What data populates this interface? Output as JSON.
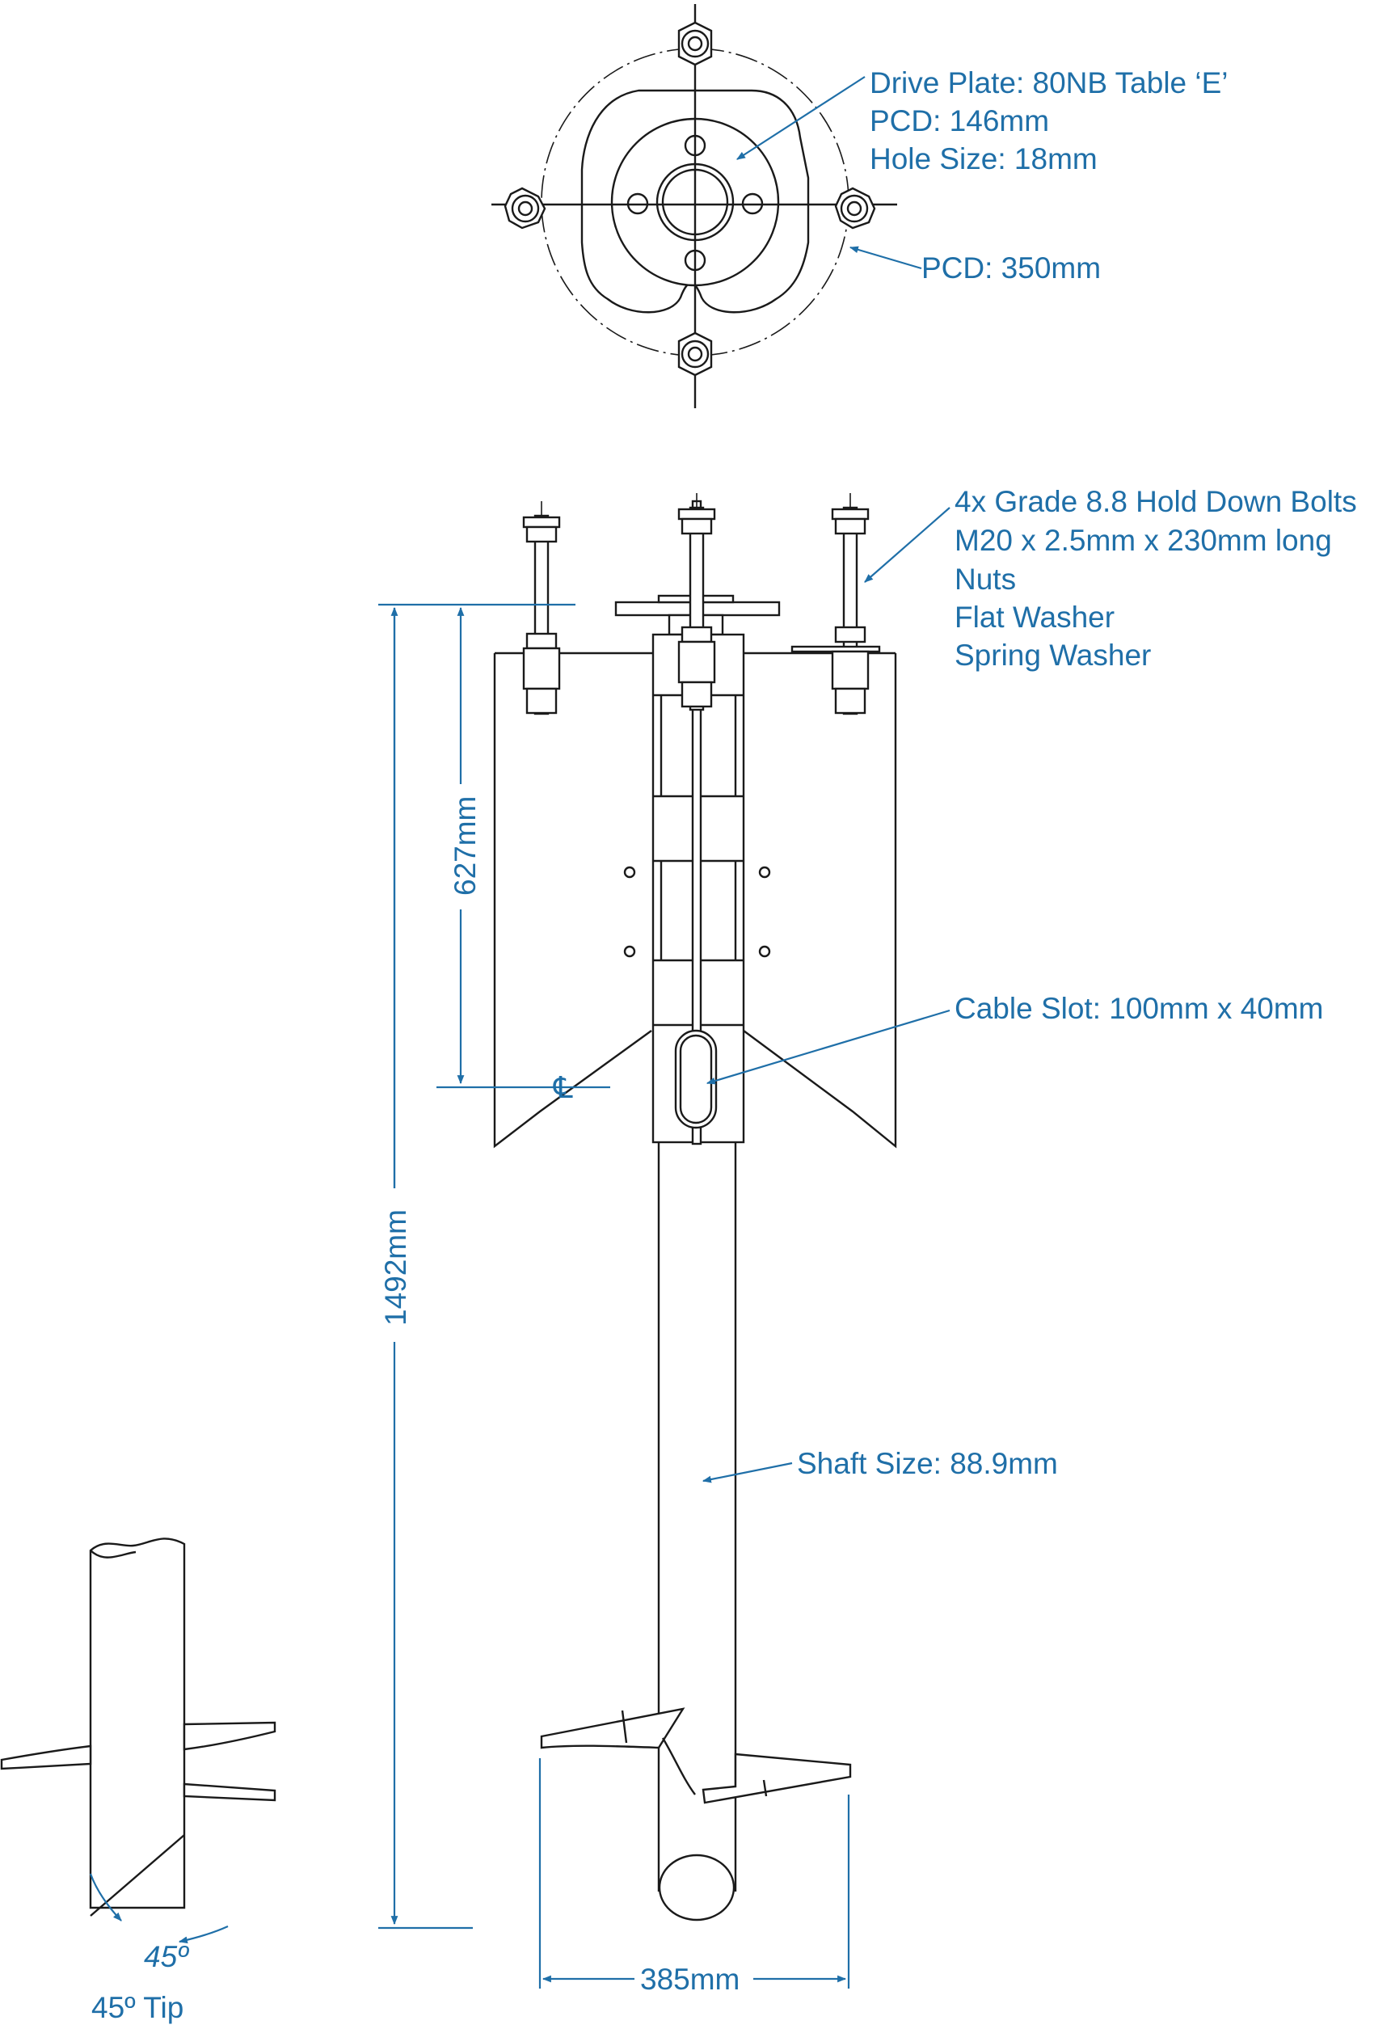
{
  "labels": {
    "drive_plate": "Drive Plate: 80NB Table ‘E’",
    "pcd_small": "PCD: 146mm",
    "hole_size": "Hole Size: 18mm",
    "pcd_large": "PCD: 350mm",
    "bolts_1": "4x Grade 8.8 Hold Down Bolts",
    "bolts_2": "M20 x 2.5mm x 230mm long",
    "bolts_3": "Nuts",
    "bolts_4": "Flat Washer",
    "bolts_5": "Spring Washer",
    "cable_slot": "Cable Slot: 100mm x 40mm",
    "centreline": "℄",
    "shaft_size": "Shaft Size: 88.9mm",
    "tip_angle": "45º",
    "tip_title": "45º Tip"
  },
  "dimensions": {
    "overall_length": "1492mm",
    "centre_height": "627mm",
    "helix_width": "385mm"
  },
  "colors": {
    "annotation": "#1f6fa8",
    "linework": "#1a1a1a",
    "background": "#ffffff"
  }
}
